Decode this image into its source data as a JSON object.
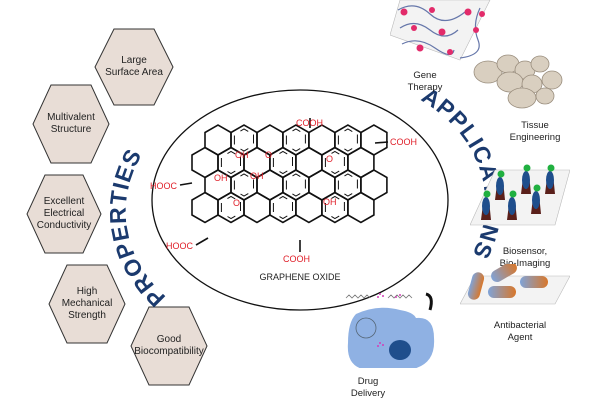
{
  "colors": {
    "hex_fill": "#e8ddd6",
    "hex_stroke": "#333333",
    "arc_text": "#1b3a6e",
    "functional_group": "#e0202a",
    "bond": "#111111"
  },
  "center": {
    "title": "GRAPHENE OXIDE",
    "functional_groups": {
      "cooh_top": "COOH",
      "cooh_right": "COOH",
      "cooh_bottom": "COOH",
      "hooc_left_upper": "HOOC",
      "hooc_left_lower": "HOOC",
      "oh_1": "OH",
      "oh_2": "OH",
      "oh_3": "OH",
      "oh_4": "OH",
      "epoxy_1": "O",
      "epoxy_2": "O",
      "epoxy_3": "O"
    }
  },
  "properties": {
    "heading": "PROPERTIES",
    "items": [
      {
        "label": "Large\nSurface Area"
      },
      {
        "label": "Multivalent\nStructure"
      },
      {
        "label": "Excellent\nElectrical\nConductivity"
      },
      {
        "label": "High\nMechanical\nStrength"
      },
      {
        "label": "Good\nBiocompatibility"
      }
    ]
  },
  "applications": {
    "heading": "APPLICATIONS",
    "items": [
      {
        "label": "Gene\nTherapy",
        "icon": "dna-on-graphene-icon"
      },
      {
        "label": "Tissue\nEngineering",
        "icon": "cells-icon"
      },
      {
        "label": "Biosensor,\nBio-Imaging",
        "icon": "biosensor-icon"
      },
      {
        "label": "Antibacterial\nAgent",
        "icon": "bacteria-icon"
      },
      {
        "label": "Drug\nDelivery",
        "icon": "cell-drug-icon"
      }
    ]
  }
}
